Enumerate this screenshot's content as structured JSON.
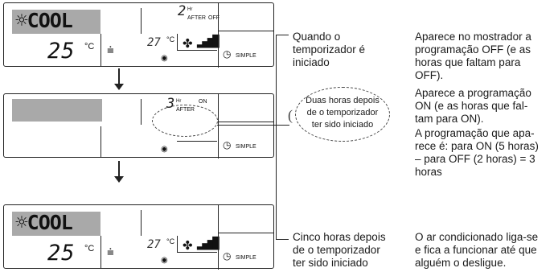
{
  "panels": [
    {
      "mode": "COOL",
      "set_temp": "25",
      "set_unit": "°C",
      "louver_icon": "louver-icon",
      "room_temp": "27",
      "room_unit": "°C",
      "fan_icon": "fan-icon",
      "fan_bars": "▂▄▆█",
      "timer_hours": "2",
      "timer_hr": "Hr",
      "timer_after": "AFTER",
      "timer_mode": "OFF",
      "clock_icon": "clock-icon",
      "simple": "SIMPLE"
    },
    {
      "mode": "",
      "timer_hours": "3",
      "timer_hr": "Hr",
      "timer_after": "AFTER",
      "timer_mode": "ON",
      "clock_icon": "clock-icon",
      "simple": "SIMPLE"
    },
    {
      "mode": "COOL",
      "set_temp": "25",
      "set_unit": "°C",
      "louver_icon": "louver-icon",
      "room_temp": "27",
      "room_unit": "°C",
      "fan_icon": "fan-icon",
      "fan_bars": "▂▄▆█",
      "clock_icon": "clock-icon",
      "simple": "SIMPLE"
    }
  ],
  "step_labels": {
    "start": [
      "Quando o",
      "temporizador é",
      "iniciado"
    ],
    "callout": [
      "Duas horas depois",
      "de o temporizador",
      "ter sido iniciado"
    ],
    "five_hours": [
      "Cinco horas depois",
      "de o temporizador",
      "ter sido iniciado"
    ]
  },
  "descriptions": {
    "off_program": [
      "Aparece no mostrador a",
      "programação OFF (e as",
      "horas que faltam para",
      "OFF)."
    ],
    "on_program": [
      "Aparece a programação",
      "ON (e as horas que fal-",
      "tam para ON)."
    ],
    "program_detail": [
      "A programação que apa-",
      "rece é: para ON (5 horas)",
      "– para OFF (2 horas) = 3",
      "horas"
    ],
    "final": [
      "O ar condicionado liga-se",
      "e fica a funcionar até que",
      "alguém o desligue."
    ]
  }
}
